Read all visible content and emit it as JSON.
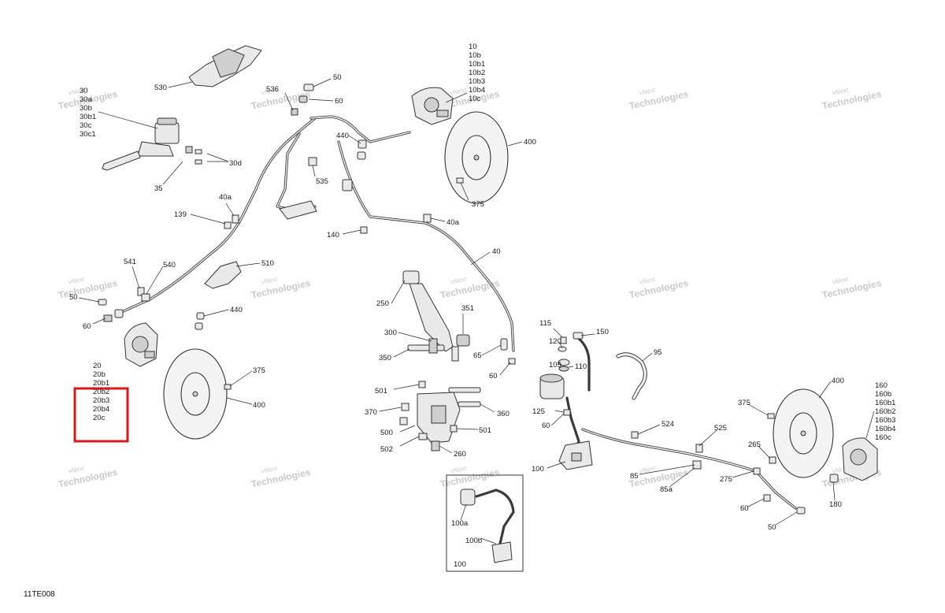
{
  "diagram_code": "11TE008",
  "watermark": {
    "line1": "vNext",
    "line2": "Technologies"
  },
  "labels": {
    "l530": "530",
    "l30": "30",
    "l30a": "30a",
    "l30b": "30b",
    "l30b1": "30b1",
    "l30c": "30c",
    "l30c1": "30c1",
    "l30d": "30d",
    "l35": "35",
    "l50a": "50",
    "l60a": "60",
    "l536": "536",
    "l10": "10",
    "l10b": "10b",
    "l10b1": "10b1",
    "l10b2": "10b2",
    "l10b3": "10b3",
    "l10b4": "10b4",
    "l10c": "10c",
    "l440a": "440",
    "l400a": "400",
    "l535": "535",
    "l375a": "375",
    "l40a1": "40a",
    "l139": "139",
    "l40a2": "40a",
    "l140": "140",
    "l40": "40",
    "l510": "510",
    "l541": "541",
    "l540": "540",
    "l50b": "50",
    "l60b": "60",
    "l440b": "440",
    "l250": "250",
    "l351": "351",
    "l300": "300",
    "l350": "350",
    "l65": "65",
    "l60c": "60",
    "l115": "115",
    "l150": "150",
    "l120": "120",
    "l105": "105",
    "l110": "110",
    "l95": "95",
    "l20": "20",
    "l20b": "20b",
    "l20b1": "20b1",
    "l20b2": "20b2",
    "l20b3": "20b3",
    "l20b4": "20b4",
    "l20c": "20c",
    "l375b": "375",
    "l400b": "400",
    "l501a": "501",
    "l370": "370",
    "l360": "360",
    "l500": "500",
    "l501b": "501",
    "l502": "502",
    "l260": "260",
    "l125": "125",
    "l60d": "60",
    "l524": "524",
    "l525": "525",
    "l100a": "100",
    "l400c": "400",
    "l375c": "375",
    "l160": "160",
    "l160b": "160b",
    "l160b1": "160b1",
    "l160b2": "160b2",
    "l160b3": "160b3",
    "l160b4": "160b4",
    "l160c": "160c",
    "l265": "265",
    "l85": "85",
    "l85a": "85a",
    "l275": "275",
    "l180": "180",
    "l60e": "60",
    "l50c": "50",
    "l100a_in": "100a",
    "l100b_in": "100b",
    "l100_in": "100"
  }
}
